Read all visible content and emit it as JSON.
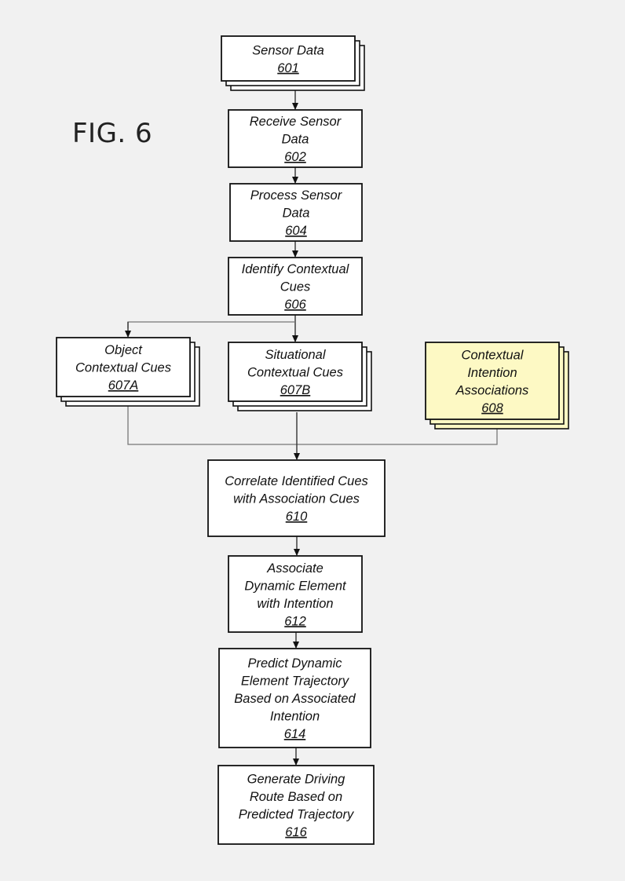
{
  "figure": {
    "title": "FIG. 6"
  },
  "colors": {
    "background": "#f1f1f1",
    "box_fill": "#ffffff",
    "highlight_fill": "#fdf9c4",
    "stroke": "#111111"
  },
  "nodes": {
    "n601": {
      "lines": [
        "Sensor Data"
      ],
      "ref": "601"
    },
    "n602": {
      "lines": [
        "Receive Sensor",
        "Data"
      ],
      "ref": "602"
    },
    "n604": {
      "lines": [
        "Process Sensor",
        "Data"
      ],
      "ref": "604"
    },
    "n606": {
      "lines": [
        "Identify Contextual",
        "Cues"
      ],
      "ref": "606"
    },
    "n607A": {
      "lines": [
        "Object",
        "Contextual Cues"
      ],
      "ref": "607A"
    },
    "n607B": {
      "lines": [
        "Situational",
        "Contextual Cues"
      ],
      "ref": "607B"
    },
    "n608": {
      "lines": [
        "Contextual",
        "Intention",
        "Associations"
      ],
      "ref": "608"
    },
    "n610": {
      "lines": [
        "Correlate Identified Cues",
        "with Association Cues"
      ],
      "ref": "610"
    },
    "n612": {
      "lines": [
        "Associate",
        "Dynamic Element",
        "with Intention"
      ],
      "ref": "612"
    },
    "n614": {
      "lines": [
        "Predict Dynamic",
        "Element Trajectory",
        "Based on Associated",
        "Intention"
      ],
      "ref": "614"
    },
    "n616": {
      "lines": [
        "Generate Driving",
        "Route Based on",
        "Predicted Trajectory"
      ],
      "ref": "616"
    }
  }
}
